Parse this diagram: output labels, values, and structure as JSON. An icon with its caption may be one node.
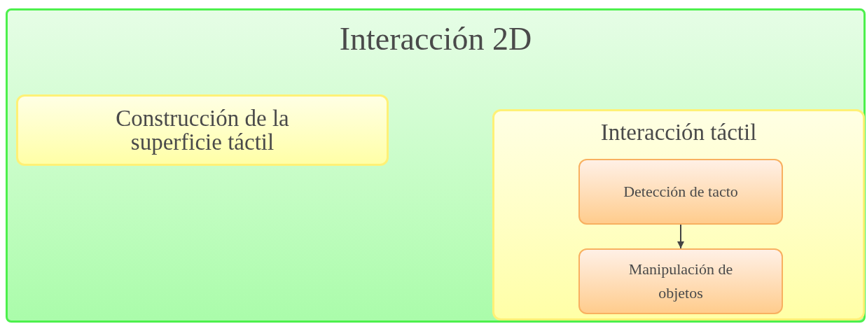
{
  "diagram": {
    "nodes": [
      {
        "text": [
          "Interacción 2D"
        ]
      },
      {
        "text": [
          "Construcción de la superficie táctil"
        ],
        "in": 0
      },
      {
        "text": [
          "Interacción táctil"
        ],
        "in": 0
      },
      {
        "text": [
          "Detección de tacto"
        ],
        "in": 2
      },
      {
        "text": [
          "Manipulación de objetos"
        ],
        "in": 2
      }
    ],
    "edges": [
      {
        "from": 3,
        "to": 4,
        "arrow": "to"
      }
    ]
  }
}
